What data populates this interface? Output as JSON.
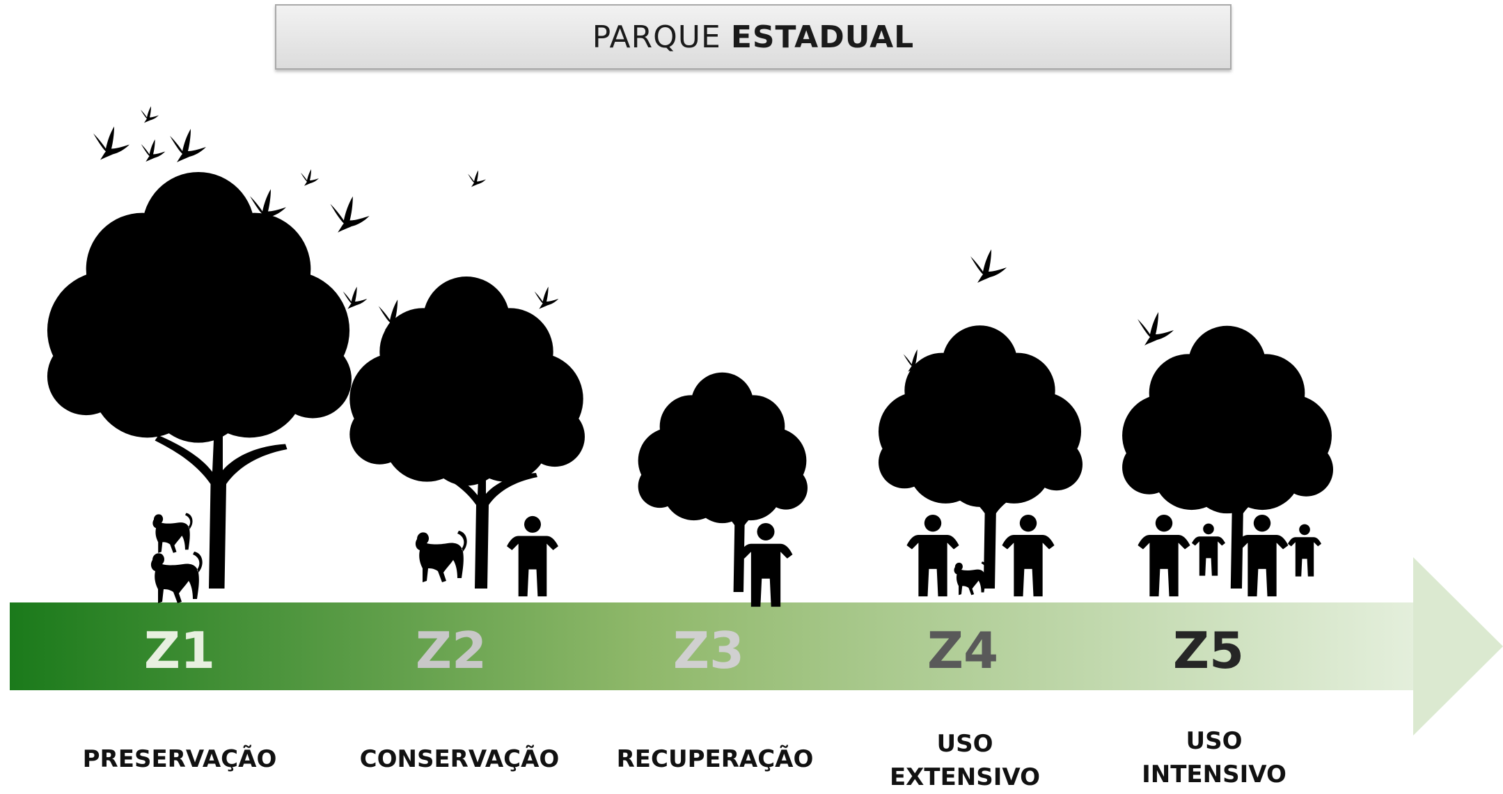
{
  "title": {
    "regular": "PARQUE",
    "bold": "ESTADUAL"
  },
  "zones": [
    {
      "code": "Z1",
      "name_line1": "PRESERVAÇÃO",
      "name_line2": "",
      "code_color": "#e8f0e0"
    },
    {
      "code": "Z2",
      "name_line1": "CONSERVAÇÃO",
      "name_line2": "",
      "code_color": "#c8c8c8"
    },
    {
      "code": "Z3",
      "name_line1": "RECUPERAÇÃO",
      "name_line2": "",
      "code_color": "#d0d0d0"
    },
    {
      "code": "Z4",
      "name_line1": "USO",
      "name_line2": "EXTENSIVO",
      "code_color": "#595959"
    },
    {
      "code": "Z5",
      "name_line1": "USO",
      "name_line2": "INTENSIVO",
      "code_color": "#262626"
    }
  ],
  "colors": {
    "arrow_start": "#1b7a1b",
    "arrow_mid": "#8fb86a",
    "arrow_end": "#e4efdc",
    "silhouette": "#000000"
  }
}
